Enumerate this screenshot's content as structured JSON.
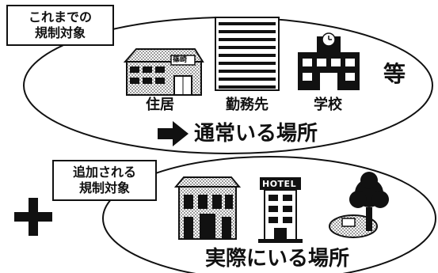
{
  "top_group": {
    "label_line1": "これまでの",
    "label_line2": "規制対象",
    "items": [
      {
        "label": "住居",
        "icon": "house-icon",
        "sign": "篠崎"
      },
      {
        "label": "勤務先",
        "icon": "office-building-icon"
      },
      {
        "label": "学校",
        "icon": "school-icon"
      }
    ],
    "etc": "等",
    "summary": "通常いる場所",
    "arrow_icon": "right-arrow-icon"
  },
  "bottom_group": {
    "plus_icon": "plus-icon",
    "label_line1": "追加される",
    "label_line2": "規制対象",
    "items": [
      {
        "icon": "inn-building-icon"
      },
      {
        "icon": "hotel-icon",
        "sign": "HOTEL"
      },
      {
        "icon": "park-tree-icon"
      }
    ],
    "summary": "実際にいる場所"
  },
  "colors": {
    "ink": "#111111",
    "paper": "#ffffff",
    "halftone": "#9a9a9a"
  }
}
